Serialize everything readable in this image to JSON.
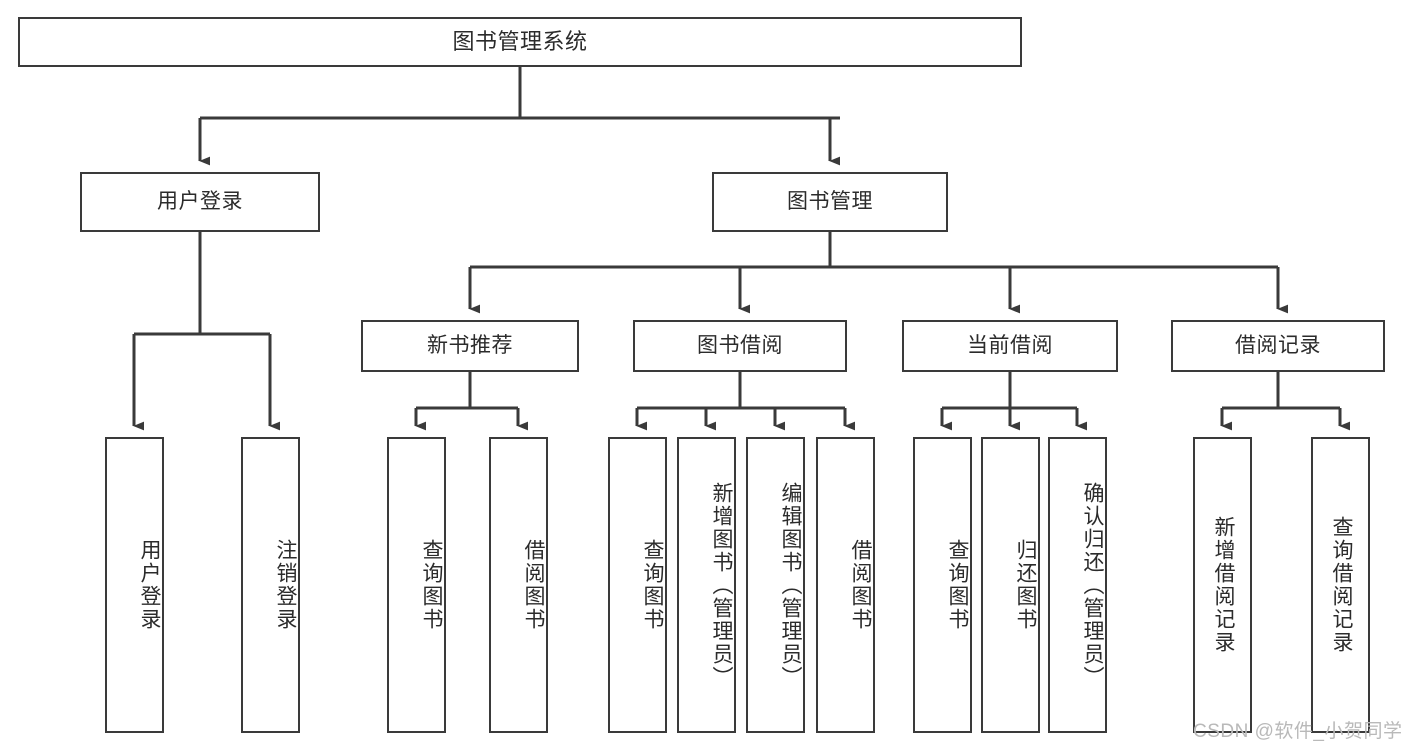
{
  "diagram": {
    "title": "图书管理系统",
    "type": "tree-hierarchy",
    "root": {
      "id": "root",
      "label": "图书管理系统",
      "orientation": "horizontal"
    },
    "level2": [
      {
        "id": "user-login",
        "label": "用户登录",
        "orientation": "horizontal"
      },
      {
        "id": "book-manage",
        "label": "图书管理",
        "orientation": "horizontal"
      }
    ],
    "level3": [
      {
        "id": "new-book-rec",
        "label": "新书推荐",
        "orientation": "horizontal",
        "parent": "book-manage"
      },
      {
        "id": "book-borrow",
        "label": "图书借阅",
        "orientation": "horizontal",
        "parent": "book-manage"
      },
      {
        "id": "current-borrow",
        "label": "当前借阅",
        "orientation": "horizontal",
        "parent": "book-manage"
      },
      {
        "id": "borrow-record",
        "label": "借阅记录",
        "orientation": "horizontal",
        "parent": "book-manage"
      }
    ],
    "leaves": [
      {
        "id": "leaf-user-login",
        "label": "用户登录",
        "parent": "user-login"
      },
      {
        "id": "leaf-logout",
        "label": "注销登录",
        "parent": "user-login"
      },
      {
        "id": "leaf-query-book-1",
        "label": "查询图书",
        "parent": "new-book-rec"
      },
      {
        "id": "leaf-borrow-book-1",
        "label": "借阅图书",
        "parent": "new-book-rec"
      },
      {
        "id": "leaf-query-book-2",
        "label": "查询图书",
        "parent": "book-borrow"
      },
      {
        "id": "leaf-add-book",
        "label": "新增图书（管理员）",
        "parent": "book-borrow"
      },
      {
        "id": "leaf-edit-book",
        "label": "编辑图书（管理员）",
        "parent": "book-borrow"
      },
      {
        "id": "leaf-borrow-book-2",
        "label": "借阅图书",
        "parent": "book-borrow"
      },
      {
        "id": "leaf-query-book-3",
        "label": "查询图书",
        "parent": "current-borrow"
      },
      {
        "id": "leaf-return-book",
        "label": "归还图书",
        "parent": "current-borrow"
      },
      {
        "id": "leaf-confirm-return",
        "label": "确认归还（管理员）",
        "parent": "current-borrow"
      },
      {
        "id": "leaf-add-record",
        "label": "新增借阅记录",
        "parent": "borrow-record"
      },
      {
        "id": "leaf-query-record",
        "label": "查询借阅记录",
        "parent": "borrow-record"
      }
    ]
  },
  "watermark": {
    "text": "CSDN @软件_小贺同学"
  },
  "colors": {
    "stroke": "#3a3a3a",
    "text": "#2b2b2b",
    "background": "#ffffff",
    "watermark": "#b9b9b9"
  }
}
